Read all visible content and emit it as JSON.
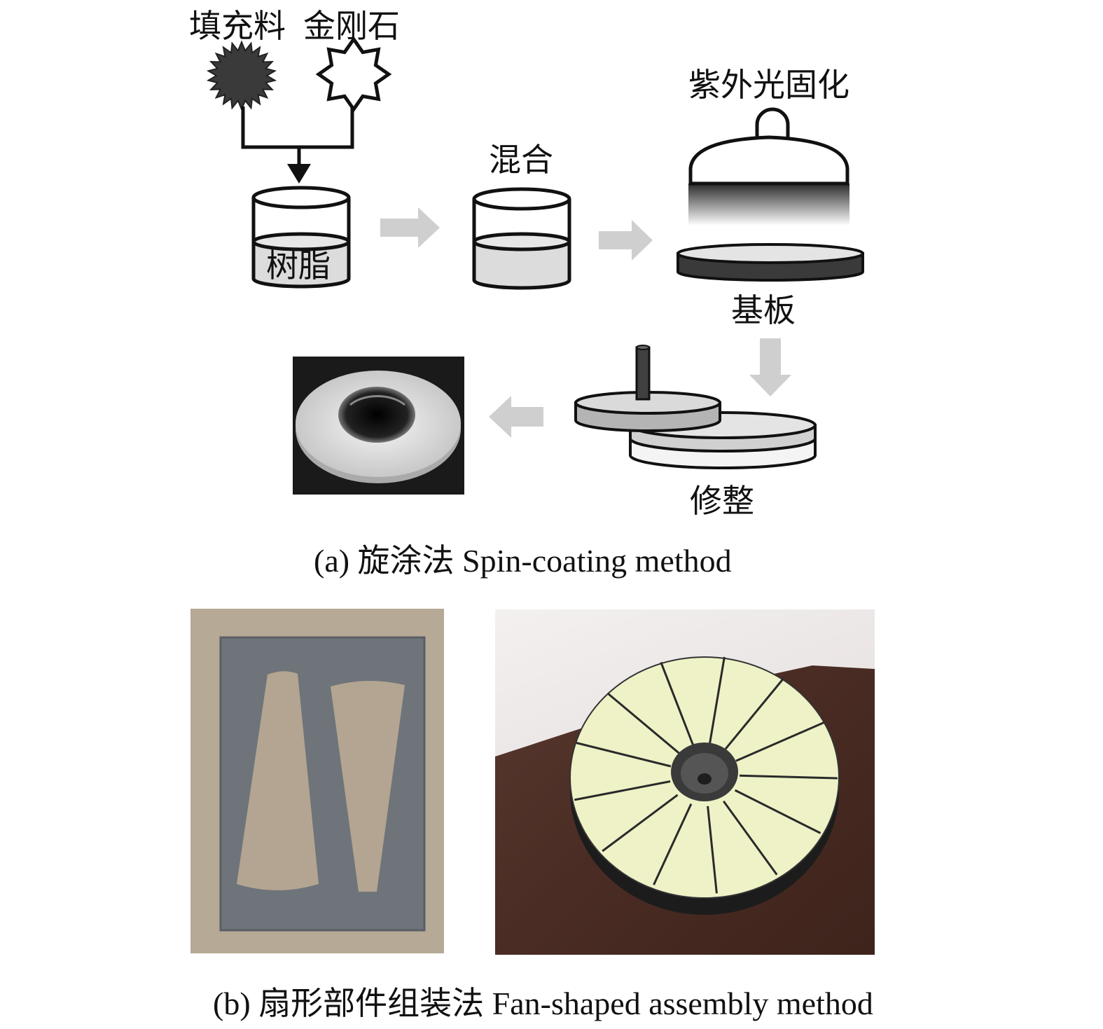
{
  "panel_a": {
    "materials": {
      "filler": "填充料",
      "diamond": "金刚石"
    },
    "resin": "树脂",
    "mixing": "混合",
    "uv_curing": "紫外光固化",
    "substrate": "基板",
    "trimming": "修整",
    "caption": "(a) 旋涂法 Spin-coating method"
  },
  "panel_b": {
    "caption": "(b) 扇形部件组装法 Fan-shaped assembly method"
  }
}
